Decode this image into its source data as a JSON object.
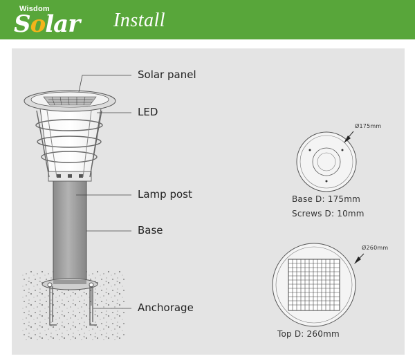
{
  "header": {
    "brand_small": "Wisdom",
    "brand_main_pre": "S",
    "brand_main_o": "o",
    "brand_main_post": "lar",
    "title": "Install",
    "background": "#58a63a",
    "accent": "#f4b41a"
  },
  "callouts": {
    "solar_panel": "Solar panel",
    "led": "LED",
    "lamp_post": "Lamp post",
    "base": "Base",
    "anchorage": "Anchorage"
  },
  "base_detail": {
    "dimension": "Ø175mm",
    "base_d": "Base D: 175mm",
    "screws_d": "Screws D: 10mm"
  },
  "top_detail": {
    "dimension": "Ø260mm",
    "top_d": "Top D: 260mm"
  },
  "colors": {
    "panel_bg": "#e4e4e4",
    "line": "#555555",
    "post": "#9a9a9a"
  }
}
